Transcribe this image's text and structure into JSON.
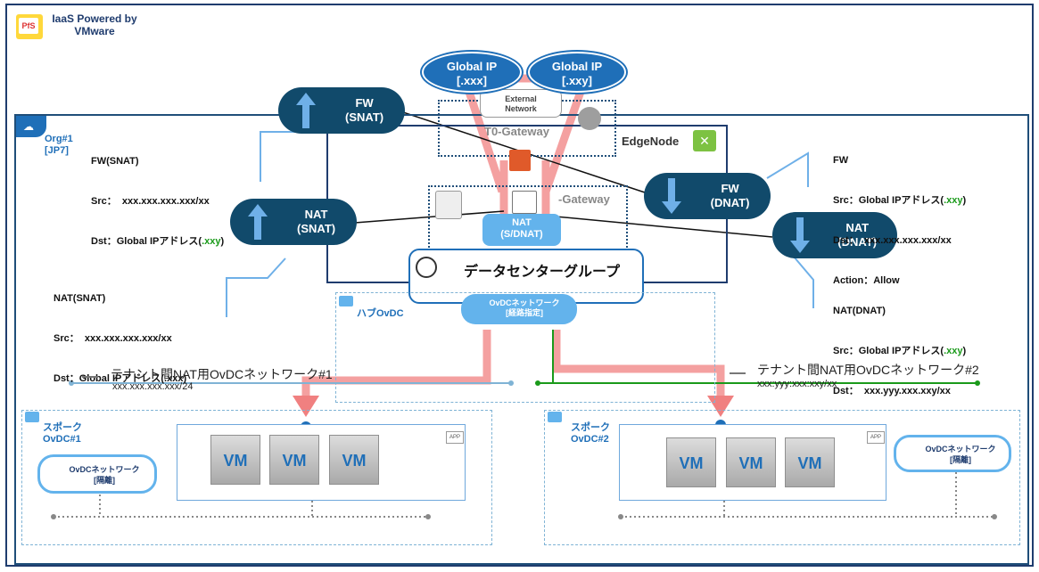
{
  "branding": {
    "logo_text": "PfS",
    "powered_by": "IaaS Powered by VMware"
  },
  "org": {
    "label": "Org#1\n[JP7]"
  },
  "global_ips": [
    {
      "label": "Global IP\n[.xxx]"
    },
    {
      "label": "Global IP\n[.xxy]"
    }
  ],
  "external_network": "External\nNetwork",
  "t0_gateway": "T0-Gateway",
  "t1_gateway": "-Gateway",
  "edge_node": "EdgeNode",
  "firewall_snat": "FW\n(SNAT)",
  "nat_snat": "NAT\n(SNAT)",
  "firewall_dnat": "FW\n(DNAT)",
  "nat_dnat": "NAT\n(DNAT)",
  "nat_box": "NAT\n(S/DNAT)",
  "datacenter_group": "データセンターグループ",
  "hub": {
    "label": "ハブOvDC",
    "network": "OvDCネットワーク\n[経路指定]"
  },
  "notes": {
    "fw_snat": {
      "title": "FW(SNAT)",
      "src": "Src：  xxx.xxx.xxx.xxx/xx",
      "dst_prefix": "Dst：Global IPアドレス(",
      "dst_suffix": ".xxy",
      "dst_end": ")"
    },
    "nat_snat": {
      "title": "NAT(SNAT)",
      "src": "Src：  xxx.xxx.xxx.xxx/xx",
      "dst": "Dst：Global IPアドレス(.xxx)"
    },
    "fw_dnat": {
      "title": "FW",
      "src_prefix": "Src：Global IPアドレス(",
      "src_suffix": ".xxy",
      "src_end": ")",
      "dst": "Dst：  xxx.xxx.xxx.xxx/xx",
      "action": "Action：Allow"
    },
    "nat_dnat": {
      "title": "NAT(DNAT)",
      "src_prefix": "Src：Global IPアドレス(",
      "src_suffix": ".xxy",
      "src_end": ")",
      "dst": "Dst：  xxx.yyy.xxx.xxy/xx"
    }
  },
  "tenant_networks": [
    {
      "name": "テナント間NAT用OvDCネットワーク#1",
      "address": "xxx.xxx.xxx.xxx/24"
    },
    {
      "name": "テナント間NAT用OvDCネットワーク#2",
      "address": "xxx:yyy:xxx:xxy/xx"
    }
  ],
  "spokes": [
    {
      "label": "スポーク\nOvDC#1",
      "network": "OvDCネットワーク\n[隔離]",
      "app_tag": "APP",
      "vms": [
        "VM",
        "VM",
        "VM"
      ]
    },
    {
      "label": "スポーク\nOvDC#2",
      "network": "OvDCネットワーク\n[隔離]",
      "app_tag": "APP",
      "vms": [
        "VM",
        "VM",
        "VM"
      ]
    }
  ],
  "colors": {
    "primary": "#114a6b",
    "accent": "#1f6fb8",
    "light": "#63b3ec",
    "route": "#f08080",
    "green": "#1a9a1a"
  }
}
